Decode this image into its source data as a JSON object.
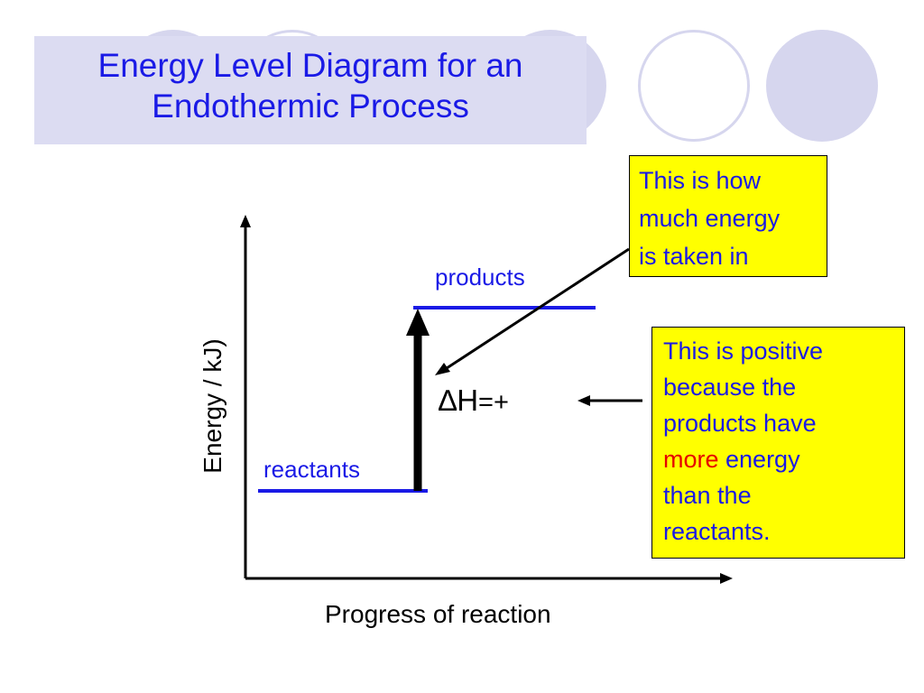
{
  "title": {
    "line1": "Energy Level Diagram for an",
    "line2": "Endothermic Process"
  },
  "diagram": {
    "y_axis_label": "Energy / kJ)",
    "x_axis_label": "Progress of reaction",
    "products_label": "products",
    "reactants_label": "reactants",
    "delta_symbol": "∆H",
    "delta_sign": "=+"
  },
  "notes": {
    "energy_taken_in": {
      "line1": "This is how",
      "line2": "much energy",
      "line3": "is taken in"
    },
    "positive_explanation": {
      "line1": "This is positive",
      "line2": "because the",
      "line3": "products have",
      "line4_highlight": "more",
      "line4_rest": " energy",
      "line5": "than the",
      "line6": "reactants."
    }
  },
  "colors": {
    "title_text": "#1a1ae6",
    "title_background": "#dcdcf2",
    "level_lines": "#1a1ae6",
    "note_background": "#ffff00",
    "highlight": "#e60000"
  }
}
